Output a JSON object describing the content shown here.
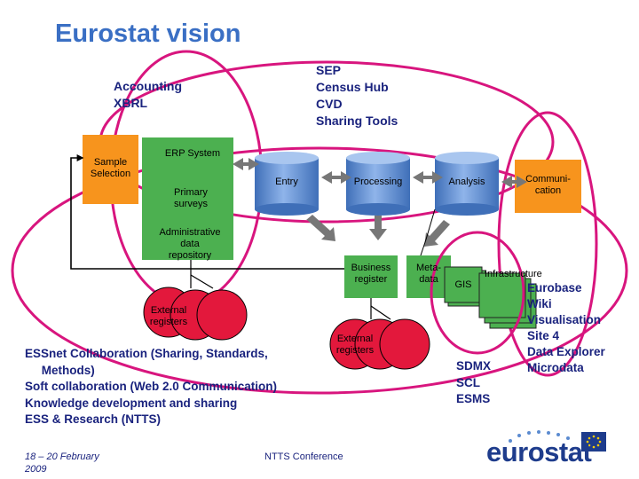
{
  "title": "Eurostat vision",
  "top_labels": {
    "accounting": "Accounting\nXBRL",
    "sep": "SEP\nCensus Hub\nCVD\nSharing Tools"
  },
  "boxes": {
    "sample_selection": "Sample\nSelection",
    "erp_system": "ERP System",
    "primary_surveys": "Primary\nsurveys",
    "administrative": "Administrative\ndata\nrepository",
    "communication": "Communi-\ncation"
  },
  "cylinders": {
    "entry": "Entry",
    "processing": "Processing",
    "analysis": "Analysis"
  },
  "business_register": "Business\nregister",
  "metadata": "Meta-\ndata",
  "gis": "GIS",
  "infrastructure": "Infrastructure",
  "external_registers_left": "External\nregisters",
  "external_registers_mid": "External\nregisters",
  "essnet_text": "ESSnet Collaboration (Sharing, Standards,\n     Methods)\nSoft collaboration (Web 2.0 Communication)\nKnowledge development and sharing\nESS & Research (NTTS)",
  "sdmx_text": "SDMX\nSCL\nESMS",
  "eurobase_text": "Eurobase\nWiki\nVisualisation\nSite 4\nData Explorer\nMicrodata",
  "footer": {
    "date": "18 – 20 February\n2009",
    "conference": "NTTS Conference"
  },
  "logo_text": "eurostat",
  "colors": {
    "title": "#3a6fc4",
    "orange": "#f7941d",
    "green": "#4cb050",
    "blue_cyl": "#5b8bd0",
    "red": "#e3183c",
    "magenta": "#d8157e"
  }
}
